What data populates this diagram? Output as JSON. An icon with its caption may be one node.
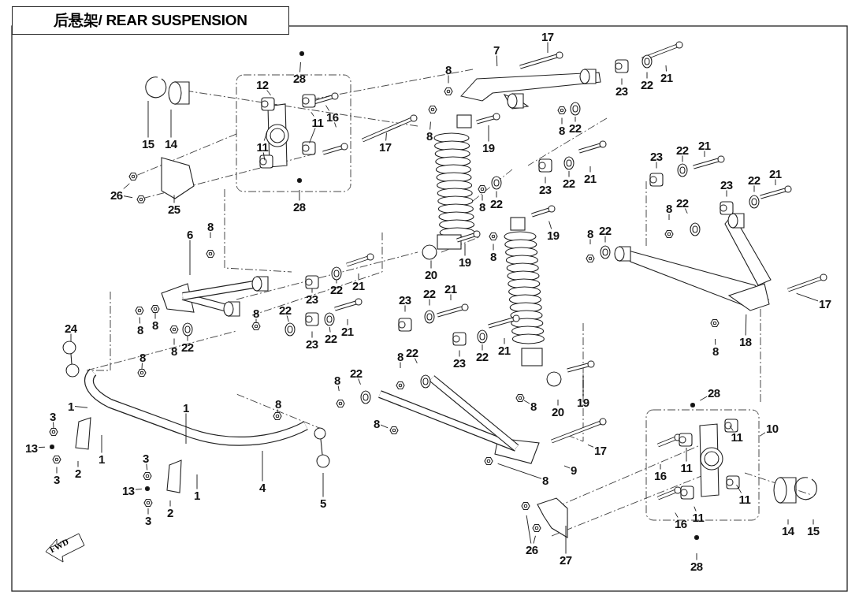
{
  "diagram": {
    "title": "后悬架/ REAR SUSPENSION",
    "nodes": [
      {
        "text": [
          "28"
        ]
      },
      {
        "text": [
          "12"
        ]
      },
      {
        "text": [
          "15"
        ]
      },
      {
        "text": [
          "14"
        ]
      },
      {
        "text": [
          "11"
        ]
      },
      {
        "text": [
          "16"
        ]
      },
      {
        "text": [
          "11"
        ]
      },
      {
        "text": [
          "17"
        ]
      },
      {
        "text": [
          "26"
        ]
      },
      {
        "text": [
          "25"
        ]
      },
      {
        "text": [
          "28"
        ]
      },
      {
        "text": [
          "17"
        ]
      },
      {
        "text": [
          "7"
        ]
      },
      {
        "text": [
          "8"
        ]
      },
      {
        "text": [
          "23"
        ]
      },
      {
        "text": [
          "22"
        ]
      },
      {
        "text": [
          "21"
        ]
      },
      {
        "text": [
          "8"
        ]
      },
      {
        "text": [
          "22"
        ]
      },
      {
        "text": [
          "8"
        ]
      },
      {
        "text": [
          "19"
        ]
      },
      {
        "text": [
          "23"
        ]
      },
      {
        "text": [
          "22"
        ]
      },
      {
        "text": [
          "21"
        ]
      },
      {
        "text": [
          "8"
        ]
      },
      {
        "text": [
          "22"
        ]
      },
      {
        "text": [
          "19"
        ]
      },
      {
        "text": [
          "8"
        ]
      },
      {
        "text": [
          "19"
        ]
      },
      {
        "text": [
          "20"
        ]
      },
      {
        "text": [
          "23"
        ]
      },
      {
        "text": [
          "22"
        ]
      },
      {
        "text": [
          "21"
        ]
      },
      {
        "text": [
          "23"
        ]
      },
      {
        "text": [
          "22"
        ]
      },
      {
        "text": [
          "21"
        ]
      },
      {
        "text": [
          "8"
        ]
      },
      {
        "text": [
          "22"
        ]
      },
      {
        "text": [
          "8"
        ]
      },
      {
        "text": [
          "22"
        ]
      },
      {
        "text": [
          "17"
        ]
      },
      {
        "text": [
          "18"
        ]
      },
      {
        "text": [
          "8"
        ]
      },
      {
        "text": [
          "6"
        ]
      },
      {
        "text": [
          "8"
        ]
      },
      {
        "text": [
          "21"
        ]
      },
      {
        "text": [
          "22"
        ]
      },
      {
        "text": [
          "23"
        ]
      },
      {
        "text": [
          "8"
        ]
      },
      {
        "text": [
          "22"
        ]
      },
      {
        "text": [
          "23"
        ]
      },
      {
        "text": [
          "22"
        ]
      },
      {
        "text": [
          "21"
        ]
      },
      {
        "text": [
          "23"
        ]
      },
      {
        "text": [
          "22"
        ]
      },
      {
        "text": [
          "21"
        ]
      },
      {
        "text": [
          "8"
        ]
      },
      {
        "text": [
          "8"
        ]
      },
      {
        "text": [
          "8"
        ]
      },
      {
        "text": [
          "22"
        ]
      },
      {
        "text": [
          "23"
        ]
      },
      {
        "text": [
          "22"
        ]
      },
      {
        "text": [
          "21"
        ]
      },
      {
        "text": [
          "24"
        ]
      },
      {
        "text": [
          "8"
        ]
      },
      {
        "text": [
          "8"
        ]
      },
      {
        "text": [
          "22"
        ]
      },
      {
        "text": [
          "8"
        ]
      },
      {
        "text": [
          "22"
        ]
      },
      {
        "text": [
          "28"
        ]
      },
      {
        "text": [
          "8"
        ]
      },
      {
        "text": [
          "20"
        ]
      },
      {
        "text": [
          "19"
        ]
      },
      {
        "text": [
          "8"
        ]
      },
      {
        "text": [
          "1"
        ]
      },
      {
        "text": [
          "1"
        ]
      },
      {
        "text": [
          "3"
        ]
      },
      {
        "text": [
          "8"
        ]
      },
      {
        "text": [
          "10"
        ]
      },
      {
        "text": [
          "11"
        ]
      },
      {
        "text": [
          "17"
        ]
      },
      {
        "text": [
          "13"
        ]
      },
      {
        "text": [
          "1"
        ]
      },
      {
        "text": [
          "3"
        ]
      },
      {
        "text": [
          "9"
        ]
      },
      {
        "text": [
          "11"
        ]
      },
      {
        "text": [
          "16"
        ]
      },
      {
        "text": [
          "2"
        ]
      },
      {
        "text": [
          "3"
        ]
      },
      {
        "text": [
          "8"
        ]
      },
      {
        "text": [
          "4"
        ]
      },
      {
        "text": [
          "13"
        ]
      },
      {
        "text": [
          "1"
        ]
      },
      {
        "text": [
          "11"
        ]
      },
      {
        "text": [
          "5"
        ]
      },
      {
        "text": [
          "2"
        ]
      },
      {
        "text": [
          "11"
        ]
      },
      {
        "text": [
          "3"
        ]
      },
      {
        "text": [
          "16"
        ]
      },
      {
        "text": [
          "14"
        ]
      },
      {
        "text": [
          "15"
        ]
      },
      {
        "text": [
          "26"
        ]
      },
      {
        "text": [
          "27"
        ]
      },
      {
        "text": [
          "28"
        ]
      }
    ],
    "edges": [
      {
        "from": 0,
        "to": null,
        "arrow": "none"
      },
      {
        "from": 1,
        "to": null,
        "arrow": "none"
      },
      {
        "from": 2,
        "to": null,
        "arrow": "none"
      },
      {
        "from": 3,
        "to": null,
        "arrow": "none"
      },
      {
        "from": 4,
        "to": null,
        "arrow": "none"
      },
      {
        "from": 4,
        "to": null,
        "arrow": "none"
      },
      {
        "from": 5,
        "to": null,
        "arrow": "none"
      },
      {
        "from": 5,
        "to": null,
        "arrow": "none"
      },
      {
        "from": 6,
        "to": null,
        "arrow": "none"
      },
      {
        "from": 6,
        "to": null,
        "arrow": "none"
      },
      {
        "from": 7,
        "to": null,
        "arrow": "none"
      },
      {
        "from": 8,
        "to": null,
        "arrow": "none"
      },
      {
        "from": 8,
        "to": null,
        "arrow": "none"
      },
      {
        "from": 9,
        "to": null,
        "arrow": "none"
      },
      {
        "from": 10,
        "to": null,
        "arrow": "none"
      },
      {
        "from": 11,
        "to": null,
        "arrow": "none"
      },
      {
        "from": 12,
        "to": null,
        "arrow": "none"
      },
      {
        "from": 13,
        "to": null,
        "arrow": "none"
      },
      {
        "from": 14,
        "to": null,
        "arrow": "none"
      },
      {
        "from": 15,
        "to": null,
        "arrow": "none"
      },
      {
        "from": 16,
        "to": null,
        "arrow": "none"
      },
      {
        "from": 17,
        "to": null,
        "arrow": "none"
      },
      {
        "from": 18,
        "to": null,
        "arrow": "none"
      },
      {
        "from": 19,
        "to": null,
        "arrow": "none"
      },
      {
        "from": 20,
        "to": null,
        "arrow": "none"
      },
      {
        "from": 21,
        "to": null,
        "arrow": "none"
      },
      {
        "from": 22,
        "to": null,
        "arrow": "none"
      },
      {
        "from": 23,
        "to": null,
        "arrow": "none"
      },
      {
        "from": 24,
        "to": null,
        "arrow": "none"
      },
      {
        "from": 25,
        "to": null,
        "arrow": "none"
      },
      {
        "from": 26,
        "to": null,
        "arrow": "none"
      },
      {
        "from": 27,
        "to": null,
        "arrow": "none"
      },
      {
        "from": 28,
        "to": null,
        "arrow": "none"
      },
      {
        "from": 29,
        "to": null,
        "arrow": "none"
      },
      {
        "from": 30,
        "to": null,
        "arrow": "none"
      },
      {
        "from": 31,
        "to": null,
        "arrow": "none"
      },
      {
        "from": 32,
        "to": null,
        "arrow": "none"
      },
      {
        "from": 33,
        "to": null,
        "arrow": "none"
      },
      {
        "from": 34,
        "to": null,
        "arrow": "none"
      },
      {
        "from": 35,
        "to": null,
        "arrow": "none"
      },
      {
        "from": 36,
        "to": null,
        "arrow": "none"
      },
      {
        "from": 37,
        "to": null,
        "arrow": "none"
      },
      {
        "from": 38,
        "to": null,
        "arrow": "none"
      },
      {
        "from": 39,
        "to": null,
        "arrow": "none"
      },
      {
        "from": 40,
        "to": null,
        "arrow": "none"
      },
      {
        "from": 41,
        "to": null,
        "arrow": "none"
      },
      {
        "from": 42,
        "to": null,
        "arrow": "none"
      },
      {
        "from": 43,
        "to": null,
        "arrow": "none"
      },
      {
        "from": 44,
        "to": null,
        "arrow": "none"
      },
      {
        "from": 45,
        "to": null,
        "arrow": "none"
      },
      {
        "from": 46,
        "to": null,
        "arrow": "none"
      },
      {
        "from": 47,
        "to": null,
        "arrow": "none"
      },
      {
        "from": 48,
        "to": null,
        "arrow": "none"
      },
      {
        "from": 49,
        "to": null,
        "arrow": "none"
      },
      {
        "from": 50,
        "to": null,
        "arrow": "none"
      },
      {
        "from": 51,
        "to": null,
        "arrow": "none"
      },
      {
        "from": 52,
        "to": null,
        "arrow": "none"
      },
      {
        "from": 53,
        "to": null,
        "arrow": "none"
      },
      {
        "from": 54,
        "to": null,
        "arrow": "none"
      },
      {
        "from": 55,
        "to": null,
        "arrow": "none"
      },
      {
        "from": 56,
        "to": null,
        "arrow": "none"
      },
      {
        "from": 57,
        "to": null,
        "arrow": "none"
      },
      {
        "from": 58,
        "to": null,
        "arrow": "none"
      },
      {
        "from": 59,
        "to": null,
        "arrow": "none"
      },
      {
        "from": 60,
        "to": null,
        "arrow": "none"
      },
      {
        "from": 61,
        "to": null,
        "arrow": "none"
      },
      {
        "from": 62,
        "to": null,
        "arrow": "none"
      },
      {
        "from": 63,
        "to": null,
        "arrow": "none"
      },
      {
        "from": 64,
        "to": null,
        "arrow": "none"
      },
      {
        "from": 65,
        "to": null,
        "arrow": "none"
      },
      {
        "from": 66,
        "to": null,
        "arrow": "none"
      },
      {
        "from": 67,
        "to": null,
        "arrow": "none"
      },
      {
        "from": 68,
        "to": null,
        "arrow": "none"
      },
      {
        "from": 69,
        "to": null,
        "arrow": "none"
      },
      {
        "from": 70,
        "to": null,
        "arrow": "none"
      },
      {
        "from": 71,
        "to": null,
        "arrow": "none"
      },
      {
        "from": 72,
        "to": null,
        "arrow": "none"
      },
      {
        "from": 73,
        "to": null,
        "arrow": "none"
      },
      {
        "from": 74,
        "to": null,
        "arrow": "none"
      },
      {
        "from": 75,
        "to": null,
        "arrow": "none"
      },
      {
        "from": 76,
        "to": null,
        "arrow": "none"
      },
      {
        "from": 77,
        "to": null,
        "arrow": "none"
      },
      {
        "from": 78,
        "to": null,
        "arrow": "none"
      },
      {
        "from": 79,
        "to": null,
        "arrow": "none"
      },
      {
        "from": 80,
        "to": null,
        "arrow": "none"
      },
      {
        "from": 81,
        "to": null,
        "arrow": "none"
      },
      {
        "from": 82,
        "to": null,
        "arrow": "none"
      },
      {
        "from": 83,
        "to": null,
        "arrow": "none"
      },
      {
        "from": 84,
        "to": null,
        "arrow": "none"
      },
      {
        "from": 85,
        "to": null,
        "arrow": "none"
      },
      {
        "from": 86,
        "to": null,
        "arrow": "none"
      },
      {
        "from": 87,
        "to": null,
        "arrow": "none"
      },
      {
        "from": 88,
        "to": null,
        "arrow": "none"
      },
      {
        "from": 89,
        "to": null,
        "arrow": "none"
      },
      {
        "from": 90,
        "to": null,
        "arrow": "none"
      },
      {
        "from": 91,
        "to": null,
        "arrow": "none"
      },
      {
        "from": 92,
        "to": null,
        "arrow": "none"
      },
      {
        "from": 93,
        "to": null,
        "arrow": "none"
      },
      {
        "from": 94,
        "to": null,
        "arrow": "none"
      },
      {
        "from": 95,
        "to": null,
        "arrow": "none"
      },
      {
        "from": 96,
        "to": null,
        "arrow": "none"
      },
      {
        "from": 97,
        "to": null,
        "arrow": "none"
      },
      {
        "from": 98,
        "to": null,
        "arrow": "none"
      },
      {
        "from": 99,
        "to": null,
        "arrow": "none"
      },
      {
        "from": 100,
        "to": null,
        "arrow": "none"
      },
      {
        "from": 101,
        "to": null,
        "arrow": "none"
      },
      {
        "from": 101,
        "to": null,
        "arrow": "none"
      },
      {
        "from": 102,
        "to": null,
        "arrow": "none"
      },
      {
        "from": 103,
        "to": null,
        "arrow": "none"
      }
    ],
    "labels": [
      "FWD"
    ]
  }
}
